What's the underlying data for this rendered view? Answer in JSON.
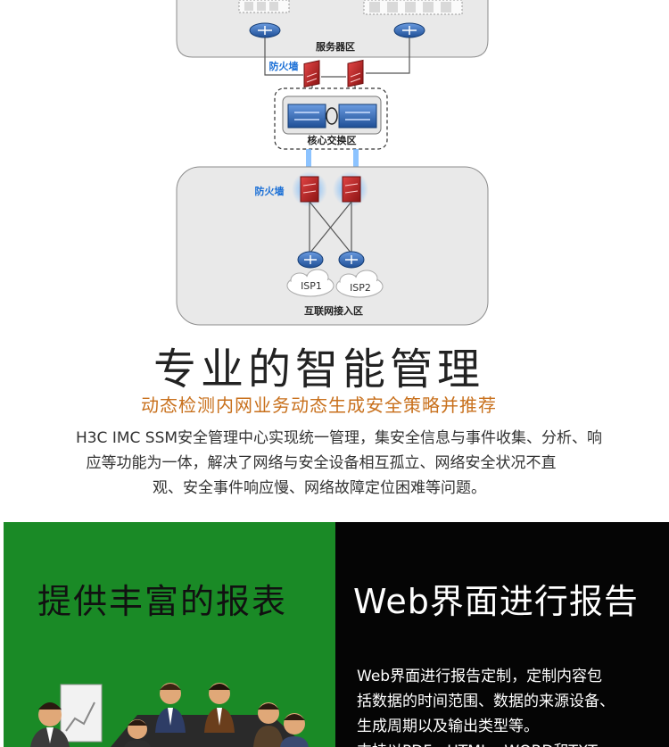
{
  "diagram": {
    "server_zone_label": "服务器区",
    "firewall_label_top": "防火墙",
    "core_zone_label": "核心交换区",
    "firewall_label_bottom": "防火墙",
    "isp1_label": "ISP1",
    "isp2_label": "ISP2",
    "internet_zone_label": "互联网接入区",
    "colors": {
      "zone_fill": "#e9e9e9",
      "zone_border": "#8c8c8c",
      "firewall_red": "#c62828",
      "switch_blue": "#2f66b3",
      "link_color": "#555555"
    },
    "icons": [
      "switch-icon",
      "firewall-icon",
      "core-switch-icon",
      "router-icon",
      "cloud-icon",
      "server-icon"
    ]
  },
  "management": {
    "title": "专业的智能管理",
    "subtitle": "动态检测内网业务动态生成安全策略并推荐",
    "lines": [
      "H3C IMC SSM安全管理中心实现统一管理，集安全信息与事件收集、分析、响",
      "应等功能为一体，解决了网络与安全设备相互孤立、网络安全状况不直",
      "观、安全事件响应慢、网络故障定位困难等问题。"
    ]
  },
  "left_panel": {
    "heading": "提供丰富的报表",
    "color": "#1a8a26",
    "icons": [
      "business-meeting-illustration"
    ]
  },
  "right_panel": {
    "heading": "Web界面进行报告",
    "color": "#050505",
    "lines": [
      "Web界面进行报告定制，定制内容包",
      "括数据的时间范围、数据的来源设备、",
      "生成周期以及输出类型等。",
      "支持以PDF、HTML、WORD和TXT"
    ]
  }
}
